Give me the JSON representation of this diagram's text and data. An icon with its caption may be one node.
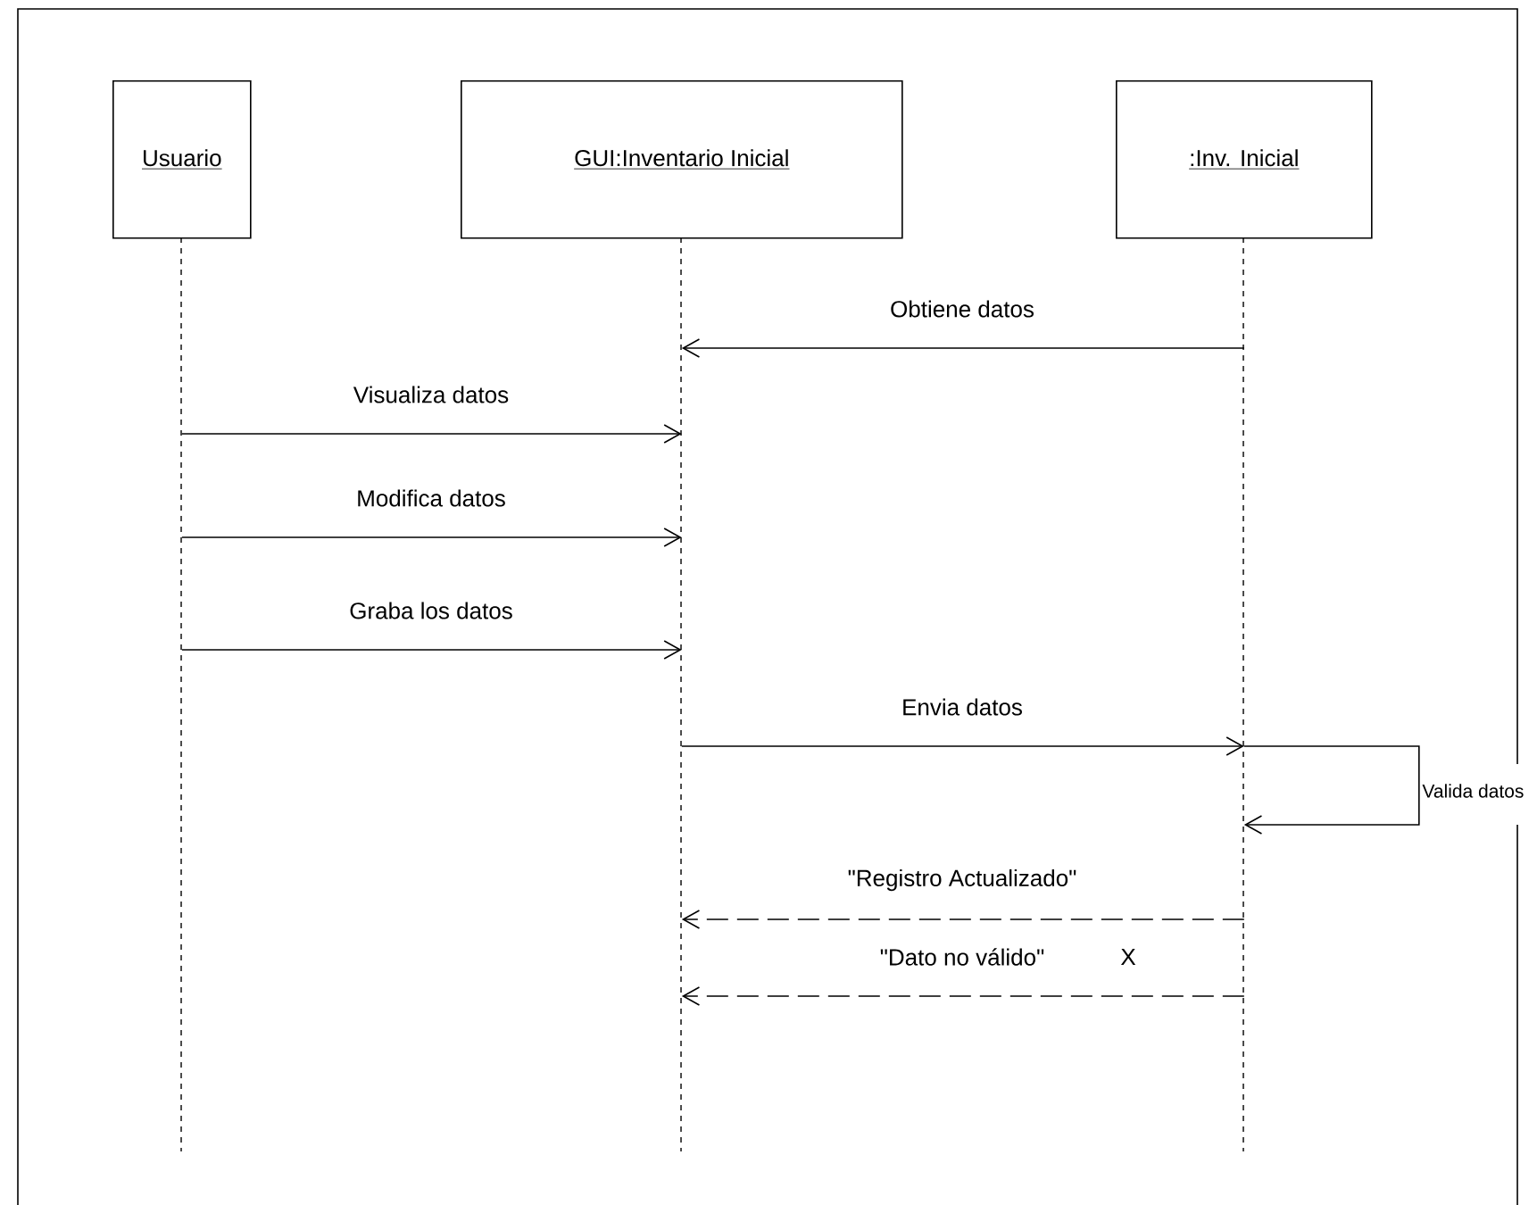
{
  "diagram": {
    "nodes": [
      {
        "text": [
          "Usuario"
        ]
      },
      {
        "text": [
          "GUI:Inventario Inicial"
        ]
      },
      {
        "text": [
          ":Inv. Inicial"
        ]
      }
    ],
    "edges": [
      {
        "from": 2,
        "to": 1,
        "arrow": "to",
        "label": "Obtiene datos"
      },
      {
        "from": 0,
        "to": 1,
        "arrow": "to",
        "label": "Visualiza datos"
      },
      {
        "from": 0,
        "to": 1,
        "arrow": "to",
        "label": "Modifica datos"
      },
      {
        "from": 0,
        "to": 1,
        "arrow": "to",
        "label": "Graba los datos"
      },
      {
        "from": 1,
        "to": 2,
        "arrow": "to",
        "label": "Envia datos"
      },
      {
        "from": 2,
        "to": 2,
        "arrow": "to",
        "label": "Valida datos"
      },
      {
        "from": 2,
        "to": 1,
        "arrow": "to",
        "label": "\"Registro Actualizado\"",
        "style": "dashed"
      },
      {
        "from": 2,
        "to": 1,
        "arrow": "to",
        "label": "\"Dato no válido\"",
        "style": "dashed"
      }
    ],
    "labels": [
      "X"
    ]
  }
}
